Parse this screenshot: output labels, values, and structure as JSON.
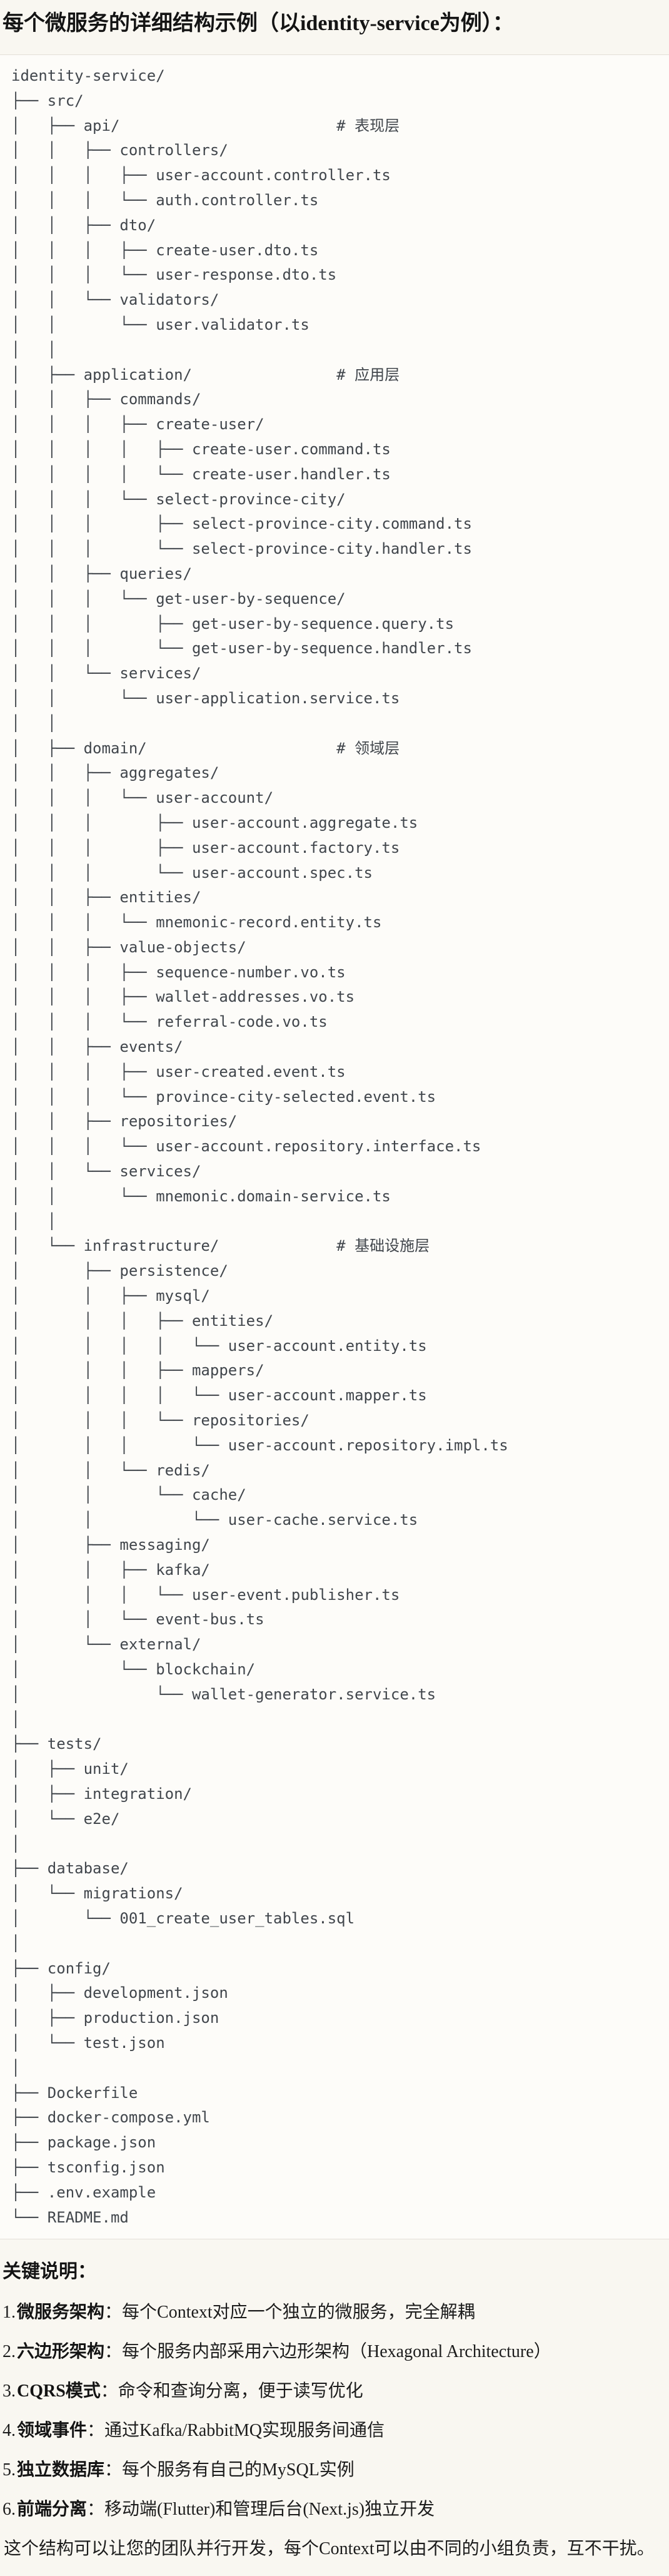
{
  "page": {
    "title": "每个微服务的详细结构示例（以identity-service为例）：",
    "notes_heading": "关键说明：",
    "closing": "这个结构可以让您的团队并行开发，每个Context可以由不同的小组负责，互不干扰。"
  },
  "colors": {
    "page_background": "#f9f7f1",
    "code_background": "#fdfcf9",
    "code_border": "#e3e0d8",
    "code_text": "#41464c",
    "body_text": "#1c1c1c"
  },
  "tree": {
    "lines": [
      "identity-service/",
      "├── src/",
      "│   ├── api/                        # 表现层",
      "│   │   ├── controllers/",
      "│   │   │   ├── user-account.controller.ts",
      "│   │   │   └── auth.controller.ts",
      "│   │   ├── dto/",
      "│   │   │   ├── create-user.dto.ts",
      "│   │   │   └── user-response.dto.ts",
      "│   │   └── validators/",
      "│   │       └── user.validator.ts",
      "│   │",
      "│   ├── application/                # 应用层",
      "│   │   ├── commands/",
      "│   │   │   ├── create-user/",
      "│   │   │   │   ├── create-user.command.ts",
      "│   │   │   │   └── create-user.handler.ts",
      "│   │   │   └── select-province-city/",
      "│   │   │       ├── select-province-city.command.ts",
      "│   │   │       └── select-province-city.handler.ts",
      "│   │   ├── queries/",
      "│   │   │   └── get-user-by-sequence/",
      "│   │   │       ├── get-user-by-sequence.query.ts",
      "│   │   │       └── get-user-by-sequence.handler.ts",
      "│   │   └── services/",
      "│   │       └── user-application.service.ts",
      "│   │",
      "│   ├── domain/                     # 领域层",
      "│   │   ├── aggregates/",
      "│   │   │   └── user-account/",
      "│   │   │       ├── user-account.aggregate.ts",
      "│   │   │       ├── user-account.factory.ts",
      "│   │   │       └── user-account.spec.ts",
      "│   │   ├── entities/",
      "│   │   │   └── mnemonic-record.entity.ts",
      "│   │   ├── value-objects/",
      "│   │   │   ├── sequence-number.vo.ts",
      "│   │   │   ├── wallet-addresses.vo.ts",
      "│   │   │   └── referral-code.vo.ts",
      "│   │   ├── events/",
      "│   │   │   ├── user-created.event.ts",
      "│   │   │   └── province-city-selected.event.ts",
      "│   │   ├── repositories/",
      "│   │   │   └── user-account.repository.interface.ts",
      "│   │   └── services/",
      "│   │       └── mnemonic.domain-service.ts",
      "│   │",
      "│   └── infrastructure/             # 基础设施层",
      "│       ├── persistence/",
      "│       │   ├── mysql/",
      "│       │   │   ├── entities/",
      "│       │   │   │   └── user-account.entity.ts",
      "│       │   │   ├── mappers/",
      "│       │   │   │   └── user-account.mapper.ts",
      "│       │   │   └── repositories/",
      "│       │   │       └── user-account.repository.impl.ts",
      "│       │   └── redis/",
      "│       │       └── cache/",
      "│       │           └── user-cache.service.ts",
      "│       ├── messaging/",
      "│       │   ├── kafka/",
      "│       │   │   └── user-event.publisher.ts",
      "│       │   └── event-bus.ts",
      "│       └── external/",
      "│           └── blockchain/",
      "│               └── wallet-generator.service.ts",
      "│",
      "├── tests/",
      "│   ├── unit/",
      "│   ├── integration/",
      "│   └── e2e/",
      "│",
      "├── database/",
      "│   └── migrations/",
      "│       └── 001_create_user_tables.sql",
      "│",
      "├── config/",
      "│   ├── development.json",
      "│   ├── production.json",
      "│   └── test.json",
      "│",
      "├── Dockerfile",
      "├── docker-compose.yml",
      "├── package.json",
      "├── tsconfig.json",
      "├── .env.example",
      "└── README.md"
    ]
  },
  "notes": {
    "items": [
      {
        "num": "1.",
        "label": "微服务架构",
        "text": "：每个Context对应一个独立的微服务，完全解耦"
      },
      {
        "num": "2.",
        "label": "六边形架构",
        "text": "：每个服务内部采用六边形架构（Hexagonal Architecture）"
      },
      {
        "num": "3.",
        "label": "CQRS模式",
        "text": "：命令和查询分离，便于读写优化"
      },
      {
        "num": "4.",
        "label": "领域事件",
        "text": "：通过Kafka/RabbitMQ实现服务间通信"
      },
      {
        "num": "5.",
        "label": "独立数据库",
        "text": "：每个服务有自己的MySQL实例"
      },
      {
        "num": "6.",
        "label": "前端分离",
        "text": "：移动端(Flutter)和管理后台(Next.js)独立开发"
      }
    ]
  }
}
